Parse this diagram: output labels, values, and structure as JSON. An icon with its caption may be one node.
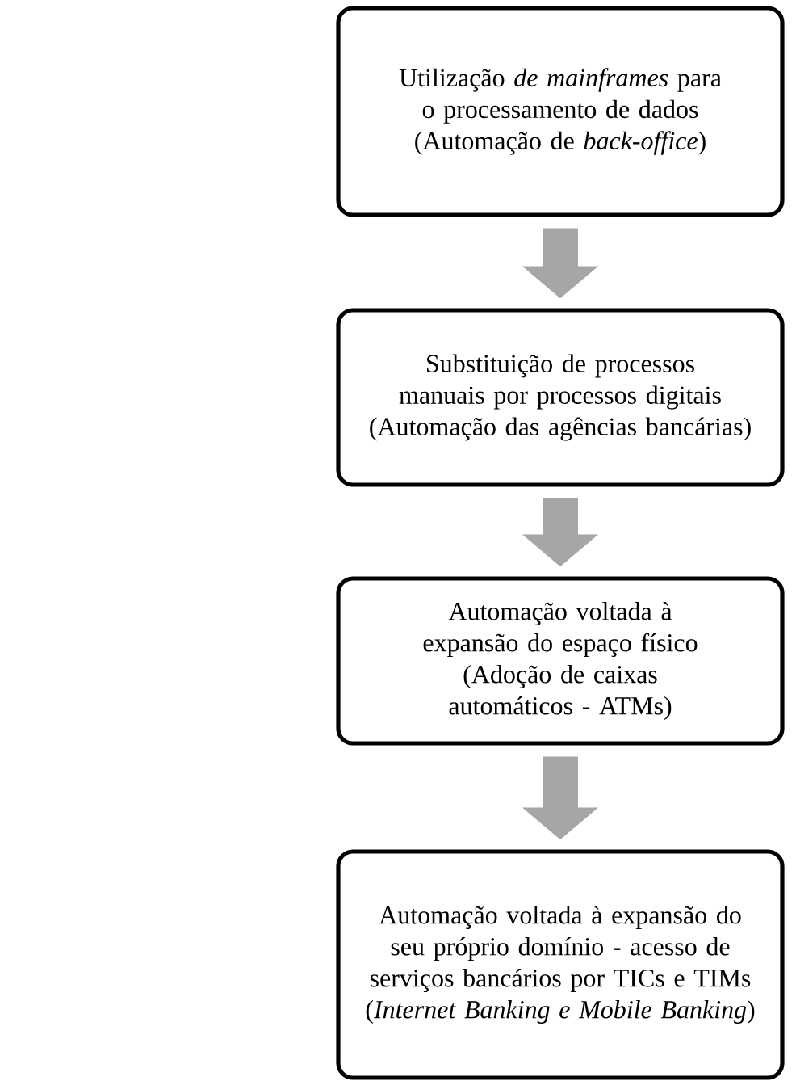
{
  "diagram": {
    "nodes": [
      {
        "text": [
          "Utilização *de mainframes* para o processamento de dados",
          "(Automação de *back-office*)"
        ]
      },
      {
        "text": [
          "Substituição de processos manuais por processos digitais",
          "(Automação das agências bancárias)"
        ]
      },
      {
        "text": [
          "Automação voltada à expansão do espaço físico",
          "(Adoção de caixas automáticos - ATMs)"
        ]
      },
      {
        "text": [
          "Automação voltada à expansão do seu próprio domínio - acesso de serviços bancários por TICs e TIMs (*Internet Banking e Mobile Banking*)"
        ]
      }
    ],
    "edges": [
      {
        "from": 0,
        "to": 1,
        "arrow": "to"
      },
      {
        "from": 1,
        "to": 2,
        "arrow": "to"
      },
      {
        "from": 2,
        "to": 3,
        "arrow": "to"
      }
    ]
  }
}
